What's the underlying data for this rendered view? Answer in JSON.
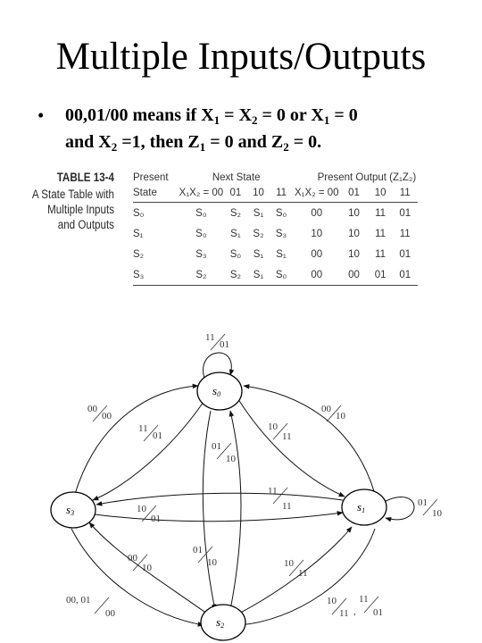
{
  "title": "Multiple Inputs/Outputs",
  "bullet": {
    "marker": "•",
    "line1_a": "00,01/00 means if X",
    "line1_b": " = X",
    "line1_c": " = 0 or X",
    "line1_d": " = 0",
    "line2_a": "and X",
    "line2_b": " =1, then Z",
    "line2_c": " = 0 and Z",
    "line2_d": " = 0.",
    "sub1": "1",
    "sub2": "2"
  },
  "table_caption": {
    "number": "TABLE 13-4",
    "text_lines": [
      "A State Table with",
      "Multiple Inputs",
      "and Outputs"
    ]
  },
  "state_table": {
    "header1": {
      "present": "Present",
      "next": "Next State",
      "output": "Present Output (Z₁Z₂)"
    },
    "header2": {
      "state": "State",
      "input_label": "X₁X₂ = 00",
      "cols": [
        "01",
        "10",
        "11"
      ]
    },
    "rows": [
      {
        "state": "S₀",
        "next": [
          "S₀",
          "S₂",
          "S₁",
          "S₀"
        ],
        "output": [
          "00",
          "10",
          "11",
          "01"
        ]
      },
      {
        "state": "S₁",
        "next": [
          "S₀",
          "S₁",
          "S₂",
          "S₃"
        ],
        "output": [
          "10",
          "10",
          "11",
          "11"
        ]
      },
      {
        "state": "S₂",
        "next": [
          "S₃",
          "S₀",
          "S₁",
          "S₁"
        ],
        "output": [
          "00",
          "10",
          "11",
          "01"
        ]
      },
      {
        "state": "S₃",
        "next": [
          "S₂",
          "S₂",
          "S₁",
          "S₀"
        ],
        "output": [
          "00",
          "00",
          "01",
          "01"
        ]
      }
    ]
  },
  "diagram": {
    "states": [
      {
        "name": "s",
        "sub": "0"
      },
      {
        "name": "s",
        "sub": "1"
      },
      {
        "name": "s",
        "sub": "2"
      },
      {
        "name": "s",
        "sub": "3"
      }
    ],
    "labels": [
      {
        "in": "11",
        "out": "01"
      },
      {
        "in": "00",
        "out": "00"
      },
      {
        "in": "11",
        "out": "01"
      },
      {
        "in": "01",
        "out": "10"
      },
      {
        "in": "10",
        "out": "11"
      },
      {
        "in": "00",
        "out": "10"
      },
      {
        "in": "11",
        "out": "11"
      },
      {
        "in": "01",
        "out": "10"
      },
      {
        "in": "10",
        "out": "01"
      },
      {
        "in": "00",
        "out": "10"
      },
      {
        "in": "01",
        "out": "10"
      },
      {
        "in": "10",
        "out": "11"
      },
      {
        "in": "00, 01",
        "out": "00"
      },
      {
        "in": "10",
        "out": "11"
      },
      {
        "in": "11",
        "out": "01"
      }
    ],
    "separator": ","
  }
}
